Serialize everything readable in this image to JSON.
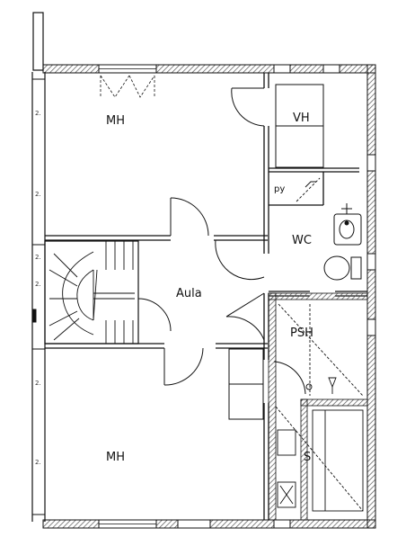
{
  "rooms": {
    "mh_top": "MH",
    "vh": "VH",
    "py": "py",
    "wc": "WC",
    "aula": "Aula",
    "psh": "PSH",
    "s": "S",
    "mh_bottom": "MH"
  },
  "wall_mark": "2.",
  "colors": {
    "line": "#111111",
    "hatch": "#555555",
    "background": "#ffffff"
  }
}
